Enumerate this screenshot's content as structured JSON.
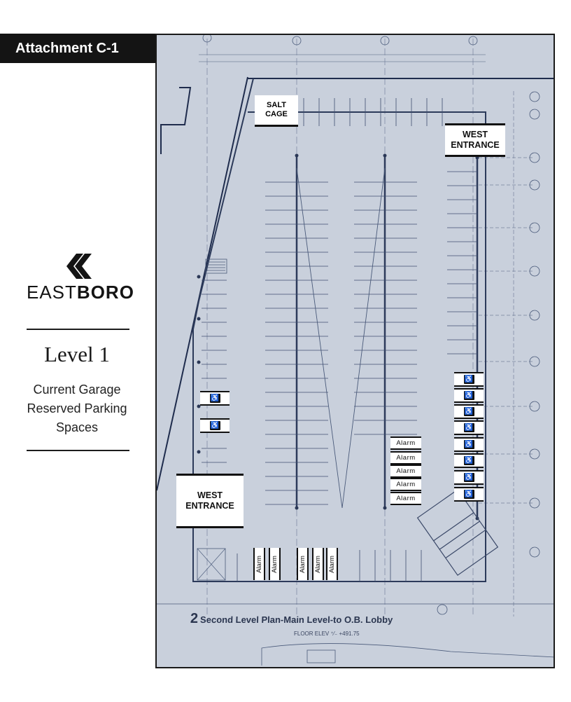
{
  "header": {
    "attachment": "Attachment C-1"
  },
  "brand": {
    "name_light": "EAST",
    "name_bold": "BORO",
    "icon": "double-chevron-left-icon"
  },
  "page": {
    "level": "Level 1",
    "subtitle_lines": [
      "Current Garage",
      "Reserved Parking",
      "Spaces"
    ]
  },
  "plan": {
    "labels": {
      "salt_cage_line1": "SALT",
      "salt_cage_line2": "CAGE",
      "west_entrance_top_line1": "WEST",
      "west_entrance_top_line2": "ENTRANCE",
      "west_entrance_left_line1": "WEST",
      "west_entrance_left_line2": "ENTRANCE"
    },
    "alarm_label": "Alarm",
    "alarm_slots_right": [
      "Alarm",
      "Alarm",
      "Alarm",
      "Alarm",
      "Alarm"
    ],
    "alarm_slots_bottom": [
      "Alarm",
      "Alarm",
      "Alarm",
      "Alarm",
      "Alarm"
    ],
    "handicap_icon": "wheelchair-icon",
    "handicap_symbol": "♿",
    "drawing_caption_number": "2",
    "drawing_caption": "Second Level Plan-Main Level-to O.B. Lobby",
    "floor_elev": "FLOOR ELEV ⁺⁄₋ +491.75"
  },
  "colors": {
    "blueprint": "#c9d0dc",
    "ink": "#111111",
    "line": "#4a5a7a"
  }
}
